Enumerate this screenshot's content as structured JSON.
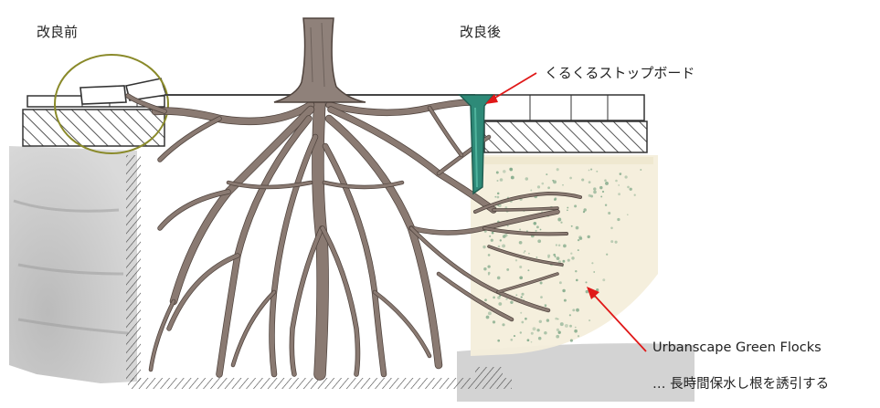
{
  "labels": {
    "before": "改良前",
    "after": "改良後",
    "stop_board": "くるくるストップボード",
    "flocks": "Urbanscape Green Flocks",
    "flocks_description": "… 長時間保水し根を誘引する"
  },
  "colors": {
    "root": "#8a7a72",
    "root_outline": "#4f433d",
    "soil": "#c9c9c9",
    "soil_dark": "#a9a9a9",
    "improved_soil": "#f3edd8",
    "board": "#2e8a78",
    "arrow": "#e01818",
    "highlight_circle": "#8a8a2a",
    "flock_dots": "#7fa888"
  },
  "icons": {
    "arrow_to_board": "red-arrow",
    "arrow_to_flocks": "red-arrow",
    "highlight": "olive-ellipse"
  }
}
